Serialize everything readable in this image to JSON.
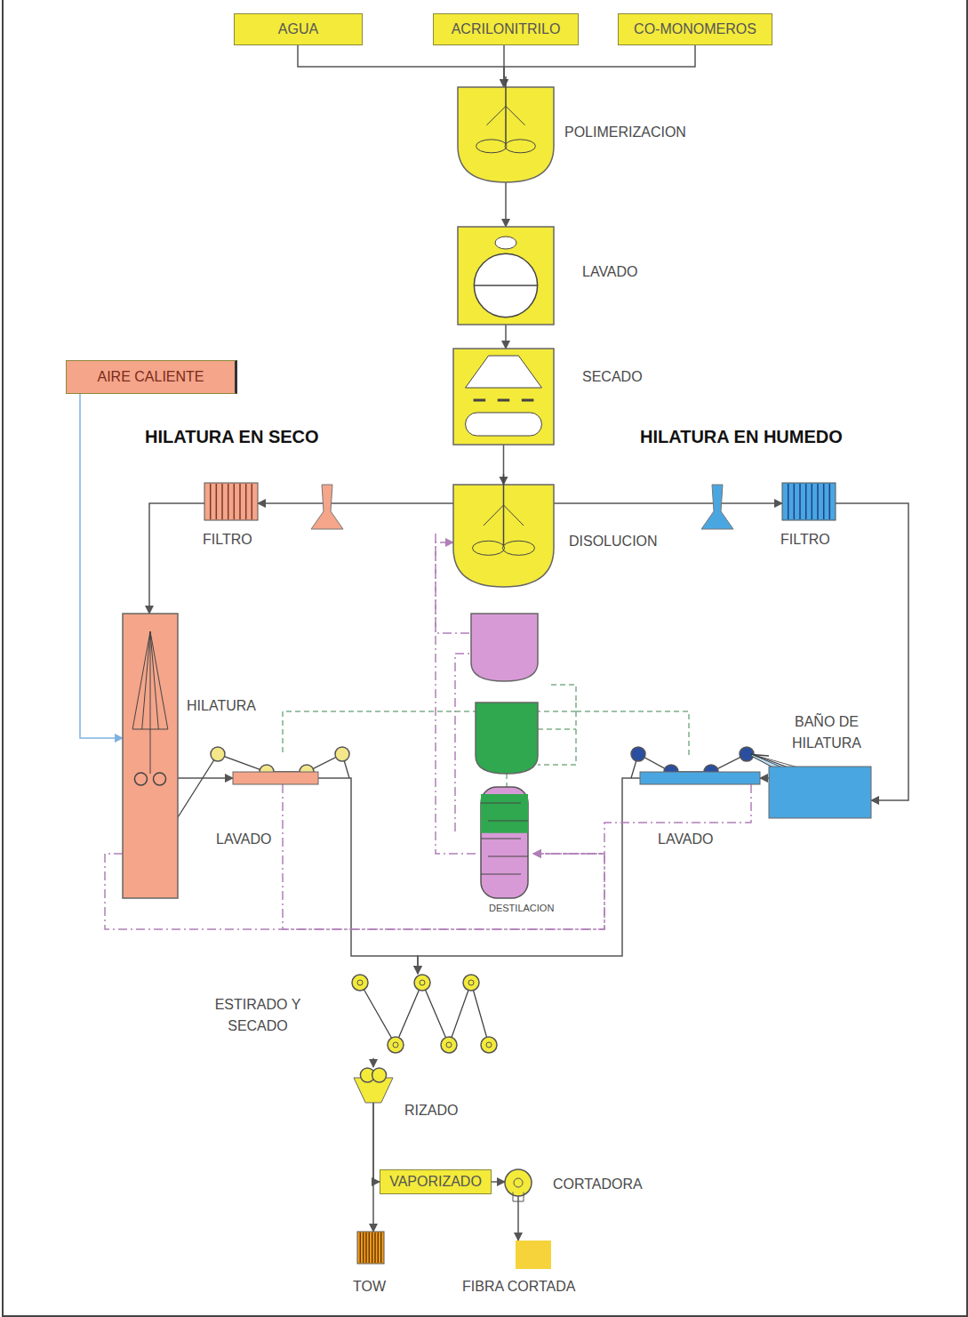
{
  "diagram": {
    "nodes": [
      {
        "text": [
          "AGUA"
        ]
      },
      {
        "text": [
          "ACRILONITRILO"
        ]
      },
      {
        "text": [
          "CO-MONOMEROS"
        ]
      },
      {
        "text": [
          "POLIMERIZACION"
        ]
      },
      {
        "text": [
          "LAVADO"
        ]
      },
      {
        "text": [
          "SECADO"
        ]
      },
      {
        "text": [
          "DISOLUCION"
        ]
      },
      {
        "text": [
          "AIRE CALIENTE"
        ]
      },
      {
        "text": [
          "FILTRO"
        ]
      },
      {
        "text": [
          "FILTRO"
        ]
      },
      {
        "text": [
          "HILATURA"
        ]
      },
      {
        "text": [
          "LAVADO"
        ]
      },
      {
        "text": [
          "BAÑO DE HILATURA"
        ]
      },
      {
        "text": [
          "LAVADO"
        ]
      },
      {
        "text": [
          "DESTILACION"
        ]
      },
      {
        "text": [
          "ESTIRADO Y SECADO"
        ]
      },
      {
        "text": [
          "RIZADO"
        ]
      },
      {
        "text": [
          "VAPORIZADO"
        ]
      },
      {
        "text": [
          "CORTADORA"
        ]
      },
      {
        "text": [
          "TOW"
        ]
      },
      {
        "text": [
          "FIBRA CORTADA"
        ]
      }
    ],
    "edges": [
      {
        "from": 0,
        "to": 3,
        "arrow": "to"
      },
      {
        "from": 1,
        "to": 3,
        "arrow": "to"
      },
      {
        "from": 2,
        "to": 3,
        "arrow": "to"
      },
      {
        "from": 3,
        "to": 4,
        "arrow": "to"
      },
      {
        "from": 4,
        "to": 5,
        "arrow": "to"
      },
      {
        "from": 5,
        "to": 6,
        "arrow": "to"
      },
      {
        "from": 6,
        "to": 8,
        "arrow": "to"
      },
      {
        "from": 8,
        "to": 10,
        "arrow": "to"
      },
      {
        "from": 7,
        "to": 10,
        "arrow": "to"
      },
      {
        "from": 6,
        "to": 9,
        "arrow": "to"
      },
      {
        "from": 9,
        "to": 12,
        "arrow": "to"
      },
      {
        "from": 10,
        "to": 11,
        "arrow": "to"
      },
      {
        "from": 12,
        "to": 13,
        "arrow": "to"
      },
      {
        "from": 11,
        "to": 15,
        "arrow": "to"
      },
      {
        "from": 13,
        "to": 15,
        "arrow": "to"
      },
      {
        "from": 10,
        "to": 14,
        "arrow": "to"
      },
      {
        "from": 11,
        "to": 14,
        "arrow": "to"
      },
      {
        "from": 13,
        "to": 14,
        "arrow": "to"
      },
      {
        "from": 14,
        "to": 6,
        "arrow": "to"
      },
      {
        "from": 15,
        "to": 16,
        "arrow": "to"
      },
      {
        "from": 16,
        "to": 17,
        "arrow": "to"
      },
      {
        "from": 16,
        "to": 19,
        "arrow": "to"
      },
      {
        "from": 17,
        "to": 18,
        "arrow": "to"
      },
      {
        "from": 18,
        "to": 20,
        "arrow": "to"
      }
    ],
    "labels": [
      "HILATURA EN SECO",
      "HILATURA EN HUMEDO"
    ]
  }
}
